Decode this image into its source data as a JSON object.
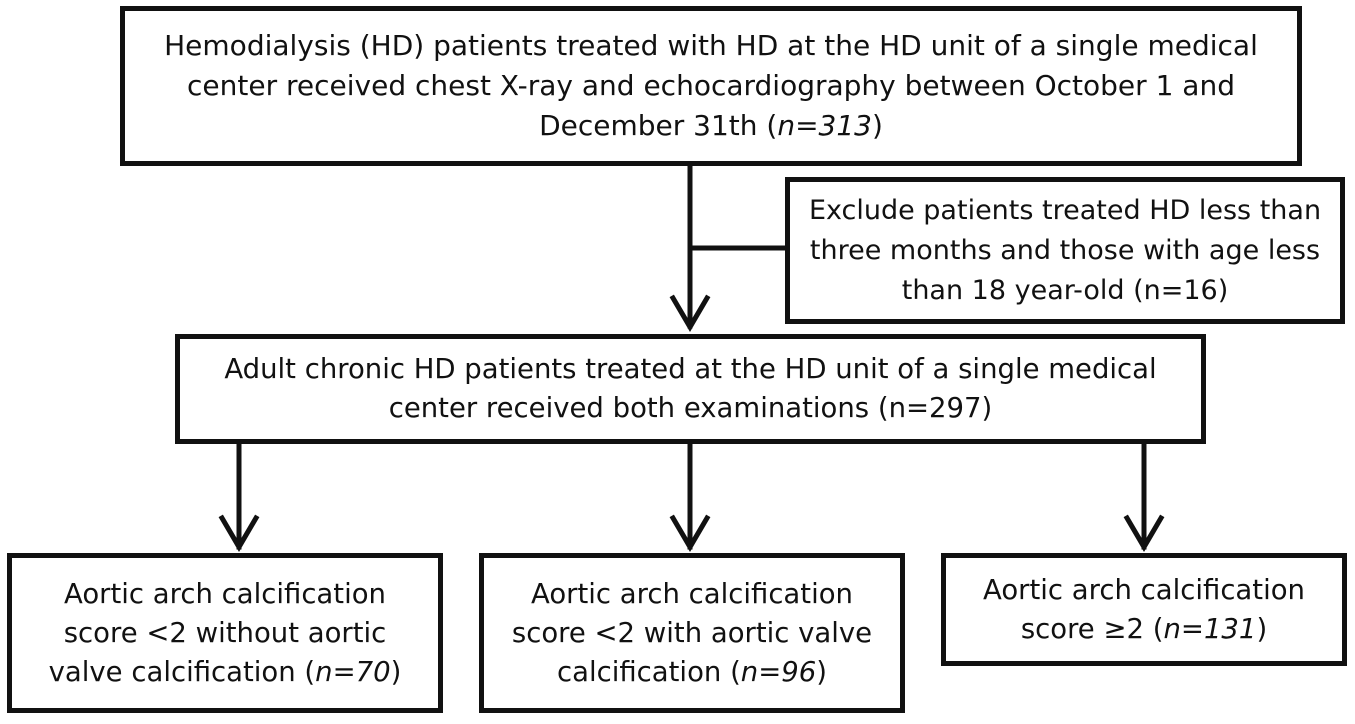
{
  "boxes": {
    "top": {
      "before": "Hemodialysis (HD) patients treated with HD at the HD unit of a single medical center received chest X-ray and echocardiography between October 1 and December 31th (",
      "n": "n=313",
      "after": ")"
    },
    "exclude": {
      "text": "Exclude patients treated HD less than three months and those with age less than 18 year-old (n=16)"
    },
    "middle": {
      "text": "Adult chronic HD patients treated at the HD unit of a single medical center received both examinations (n=297)"
    },
    "left": {
      "before": "Aortic arch calcification score <2 without aortic valve calcification (",
      "n": "n=70",
      "after": ")"
    },
    "center": {
      "before": "Aortic arch calcification score <2 with aortic valve calcification (",
      "n": "n=96",
      "after": ")"
    },
    "right": {
      "before": "Aortic arch calcification score ≥2 (",
      "n": "n=131",
      "after": ")"
    }
  },
  "colors": {
    "line": "#111111",
    "background": "#ffffff"
  }
}
